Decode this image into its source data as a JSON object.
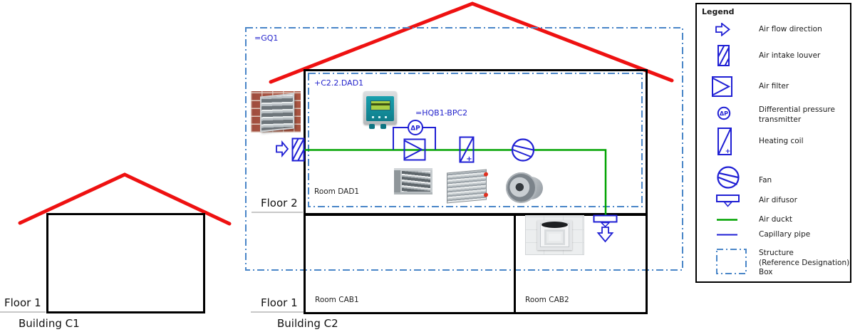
{
  "buildings": {
    "c1": {
      "name": "Building C1",
      "floor1": "Floor 1"
    },
    "c2": {
      "name": "Building C2",
      "floor1": "Floor 1",
      "floor2": "Floor 2",
      "room_dad1": "Room DAD1",
      "room_cab1": "Room CAB1",
      "room_cab2": "Room CAB2"
    }
  },
  "labels": {
    "gq1": "=GQ1",
    "dad1_box": "+C2.2.DAD1",
    "bpc2": "=HQB1-BPC2",
    "dp": "ΔP",
    "plus": "+"
  },
  "legend": {
    "title": "Legend",
    "items": [
      {
        "icon": "air-flow-direction-icon",
        "label": "Air flow direction"
      },
      {
        "icon": "air-intake-louver-icon",
        "label": "Air intake louver"
      },
      {
        "icon": "air-filter-icon",
        "label": "Air filter"
      },
      {
        "icon": "differential-pressure-transmitter-icon",
        "label": "Differential pressure\ntransmitter"
      },
      {
        "icon": "heating-coil-icon",
        "label": "Heating coil"
      },
      {
        "icon": "fan-icon",
        "label": "Fan"
      },
      {
        "icon": "air-difusor-icon",
        "label": "Air difusor"
      },
      {
        "icon": "air-duct-icon",
        "label": "Air duckt"
      },
      {
        "icon": "capillary-pipe-icon",
        "label": "Capillary pipe"
      },
      {
        "icon": "structure-box-icon",
        "label": "Structure\n(Reference Designation)\nBox"
      }
    ]
  },
  "colors": {
    "symbol_blue": "#1f1fd4",
    "structure_blue": "#4a86c8",
    "duct_green": "#00a300",
    "roof_red": "#ee1111"
  }
}
